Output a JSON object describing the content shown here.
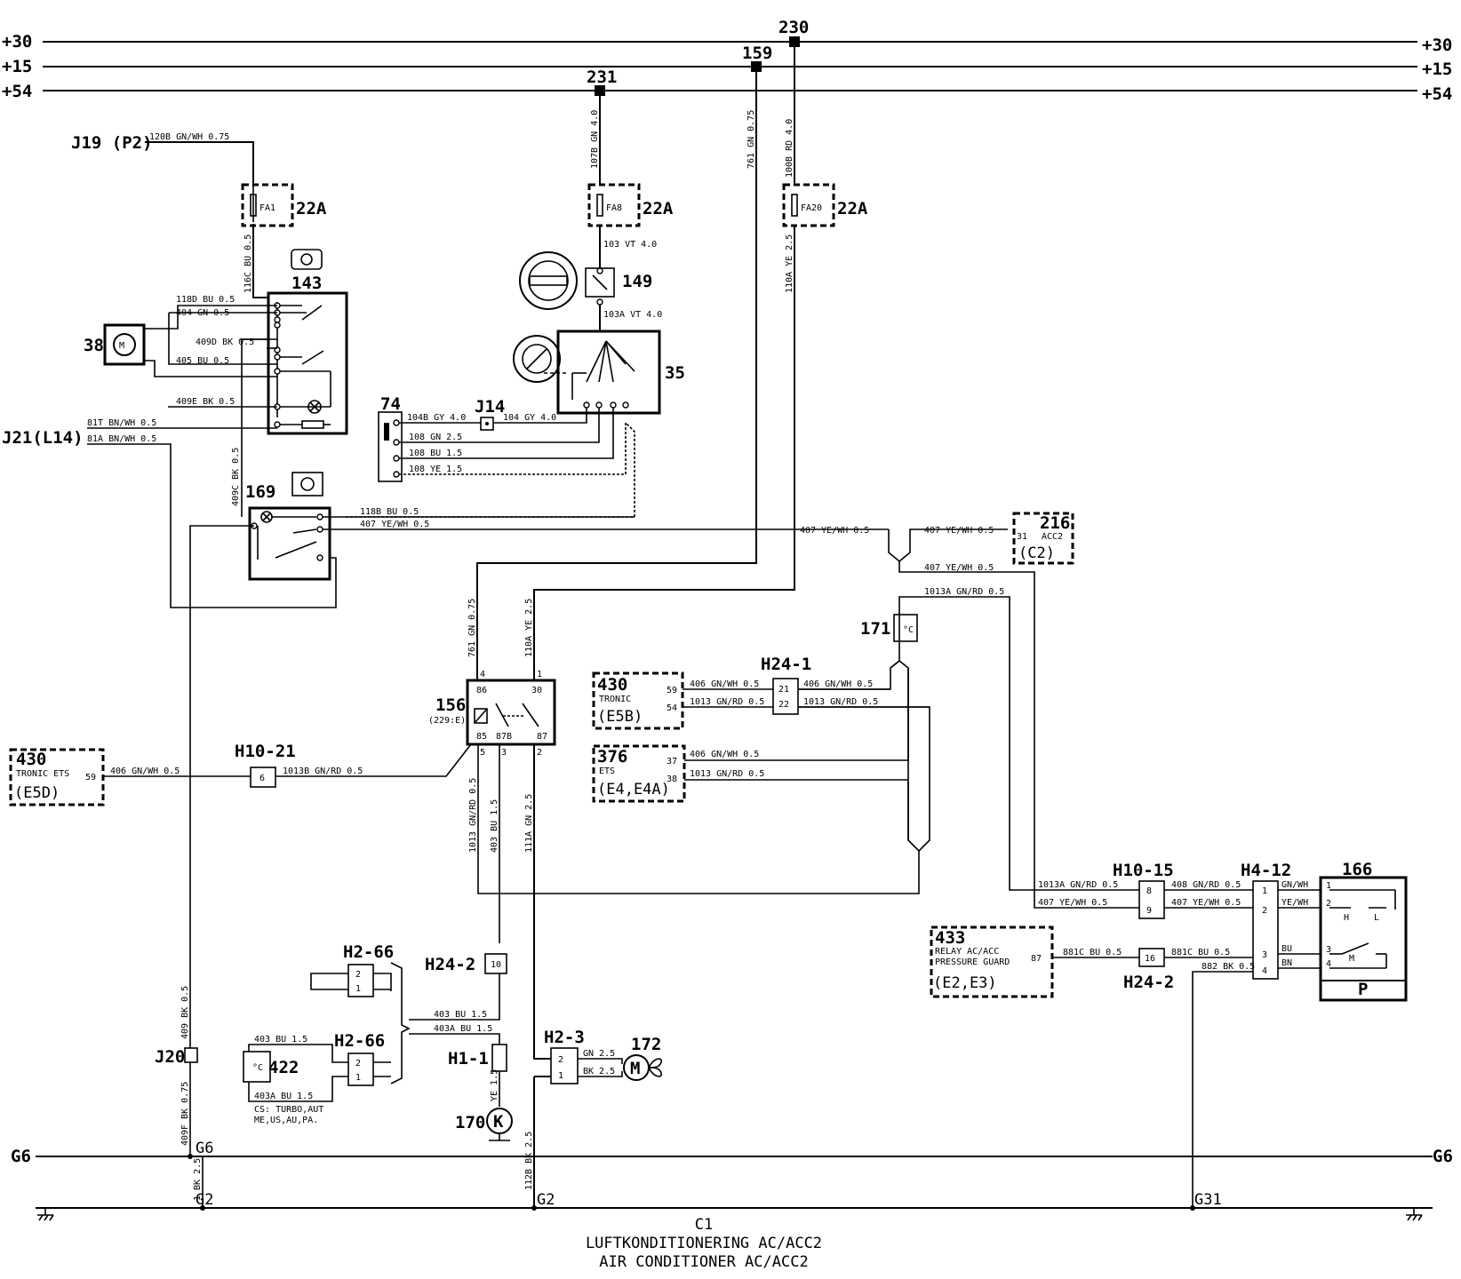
{
  "rails": [
    {
      "left": "+30",
      "right": "+30"
    },
    {
      "left": "+15",
      "right": "+15"
    },
    {
      "left": "+54",
      "right": "+54"
    },
    {
      "left": "G6",
      "right": "G6"
    }
  ],
  "splices": {
    "s230": "230",
    "s159": "159",
    "s231": "231"
  },
  "refs": {
    "j19": "J19 (P2)",
    "j21": "J21(L14)",
    "j14": "J14",
    "j20": "J20"
  },
  "fuses": [
    {
      "id": "FA1",
      "rating": "22A"
    },
    {
      "id": "FA8",
      "rating": "22A"
    },
    {
      "id": "FA20",
      "rating": "22A"
    }
  ],
  "components": {
    "c143": "143",
    "c38": "38",
    "c169": "169",
    "c149": "149",
    "c35": "35",
    "c74": "74",
    "c156": "156",
    "c156_note": "(229:E)",
    "c171": "171",
    "c166": "166",
    "c166_p": "P",
    "c172": "172",
    "c170": "170",
    "c422": "422"
  },
  "dashed_boxes": {
    "m430a": {
      "num": "430",
      "sub": "TRONIC ETS",
      "grid": "(E5D)",
      "pin": "59"
    },
    "m430b": {
      "num": "430",
      "sub": "TRONIC",
      "grid": "(E5B)",
      "pin1": "59",
      "pin2": "54"
    },
    "m376": {
      "num": "376",
      "sub": "ETS",
      "grid": "(E4,E4A)",
      "pin1": "37",
      "pin2": "38"
    },
    "m216": {
      "num": "216",
      "sub": "ACC2",
      "grid": "(C2)",
      "pin": "31"
    },
    "m433": {
      "num": "433",
      "line1": "RELAY AC/ACC",
      "line2": "PRESSURE GUARD",
      "grid": "(E2,E3)",
      "pin": "87"
    }
  },
  "connectors": {
    "h10_21": "H10-21",
    "h24_1": "H24-1",
    "h10_15": "H10-15",
    "h4_12": "H4-12",
    "h24_2a": "H24-2",
    "h24_2b": "H24-2",
    "h2_66a": "H2-66",
    "h2_66b": "H2-66",
    "h2_3": "H2-3",
    "h1_1": "H1-1"
  },
  "wires": {
    "w120": "120B GN/WH 0.75",
    "w116": "116C BU 0.5",
    "w107": "107B GN 4.0",
    "w103": "103 VT 4.0",
    "w103a": "103A VT 4.0",
    "w761": "761 GN 0.75",
    "w100": "100B RD 4.0",
    "w110": "110A YE 2.5",
    "w118d": "118D BU 0.5",
    "w404": "404 GN 0.5",
    "w409d": "409D BK 0.5",
    "w405": "405 BU 0.5",
    "w409e": "409E BK 0.5",
    "w81t": "81T BN/WH 0.5",
    "w81a": "81A BN/WH 0.5",
    "w409c": "409C BK 0.5",
    "w104b": "104B GY 4.0",
    "w104": "104 GY 4.0",
    "w108": "108 GN 2.5",
    "w108bu": "108 BU 1.5",
    "w108ye": "108 YE 1.5",
    "w118b": "118B BU 0.5",
    "w407": "407 YE/WH 0.5",
    "w761b": "761 GN 0.75",
    "w110b": "110A YE 2.5",
    "w1013a": "1013A GN/RD 0.5",
    "w406": "406 GN/WH 0.5",
    "w1013": "1013 GN/RD 0.5",
    "w1013b": "1013B GN/RD 0.5",
    "w1013v": "1013 GN/RD 0.5",
    "w403": "403 BU 1.5",
    "w111a": "111A GN 2.5",
    "w408": "408 GN/RD 0.5",
    "w881c": "881C BU 0.5",
    "w882": "882 BK 0.5",
    "w403a": "403A BU 1.5",
    "w409": "409 BK 0.5",
    "w409f": "409F BK 0.75",
    "w1bk": "1 BK 2.5",
    "w112b": "112B BK 2.5",
    "w170ye": "YE 1.5",
    "w172gn": "GN 2.5",
    "w172bk": "BK 2.5"
  },
  "h412_colors": [
    "GN/WH",
    "YE/WH",
    "BU",
    "BN"
  ],
  "c422_note": {
    "l1": "CS: TURBO,AUT",
    "l2": "ME,US,AU,PA."
  },
  "grounds": {
    "g6": "G6",
    "g2a": "G2",
    "g2b": "G2",
    "g31": "G31"
  },
  "title": {
    "code": "C1",
    "sv": "LUFTKONDITIONERING AC/ACC2",
    "en": "AIR CONDITIONER AC/ACC2"
  }
}
